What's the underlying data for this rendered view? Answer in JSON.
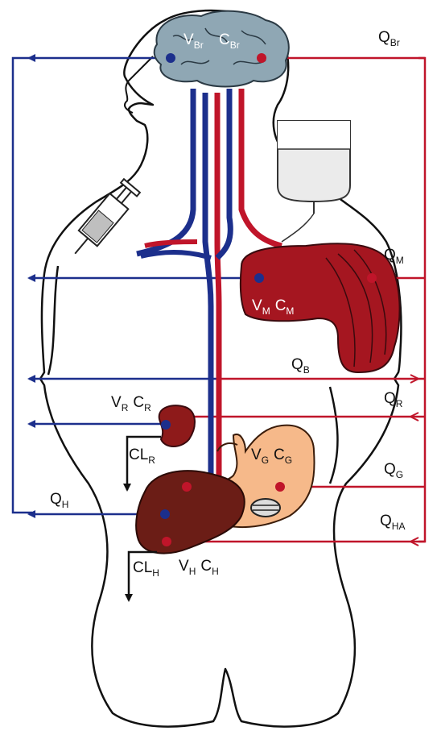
{
  "colors": {
    "artery": "#c0152a",
    "vein": "#1c2f8c",
    "muscle": "#a51620",
    "liver": "#6b1d16",
    "gut": "#f6b98a",
    "brain": "#8fa7b4",
    "outline": "#111111"
  },
  "flows": {
    "brain": {
      "main": "Q",
      "sub": "Br"
    },
    "muscle": {
      "main": "Q",
      "sub": "M"
    },
    "bone": {
      "main": "Q",
      "sub": "B"
    },
    "kidney": {
      "main": "Q",
      "sub": "R"
    },
    "gut": {
      "main": "Q",
      "sub": "G"
    },
    "hepatic_artery": {
      "main": "Q",
      "sub": "HA"
    },
    "hepatic_out": {
      "main": "Q",
      "sub": "H"
    }
  },
  "compartments": {
    "brain": {
      "v": "V",
      "v_sub": "Br",
      "c": "C",
      "c_sub": "Br"
    },
    "muscle": {
      "v": "V",
      "v_sub": "M",
      "c": "C",
      "c_sub": "M"
    },
    "kidney": {
      "v": "V",
      "v_sub": "R",
      "c": "C",
      "c_sub": "R"
    },
    "gut": {
      "v": "V",
      "v_sub": "G",
      "c": "C",
      "c_sub": "G"
    },
    "liver": {
      "v": "V",
      "v_sub": "H",
      "c": "C",
      "c_sub": "H"
    }
  },
  "clearances": {
    "renal": {
      "main": "CL",
      "sub": "R"
    },
    "hepatic": {
      "main": "CL",
      "sub": "H"
    }
  },
  "icons": {
    "syringe": "syringe-icon",
    "iv_bag": "iv-bag-icon",
    "pill": "pill-icon"
  }
}
